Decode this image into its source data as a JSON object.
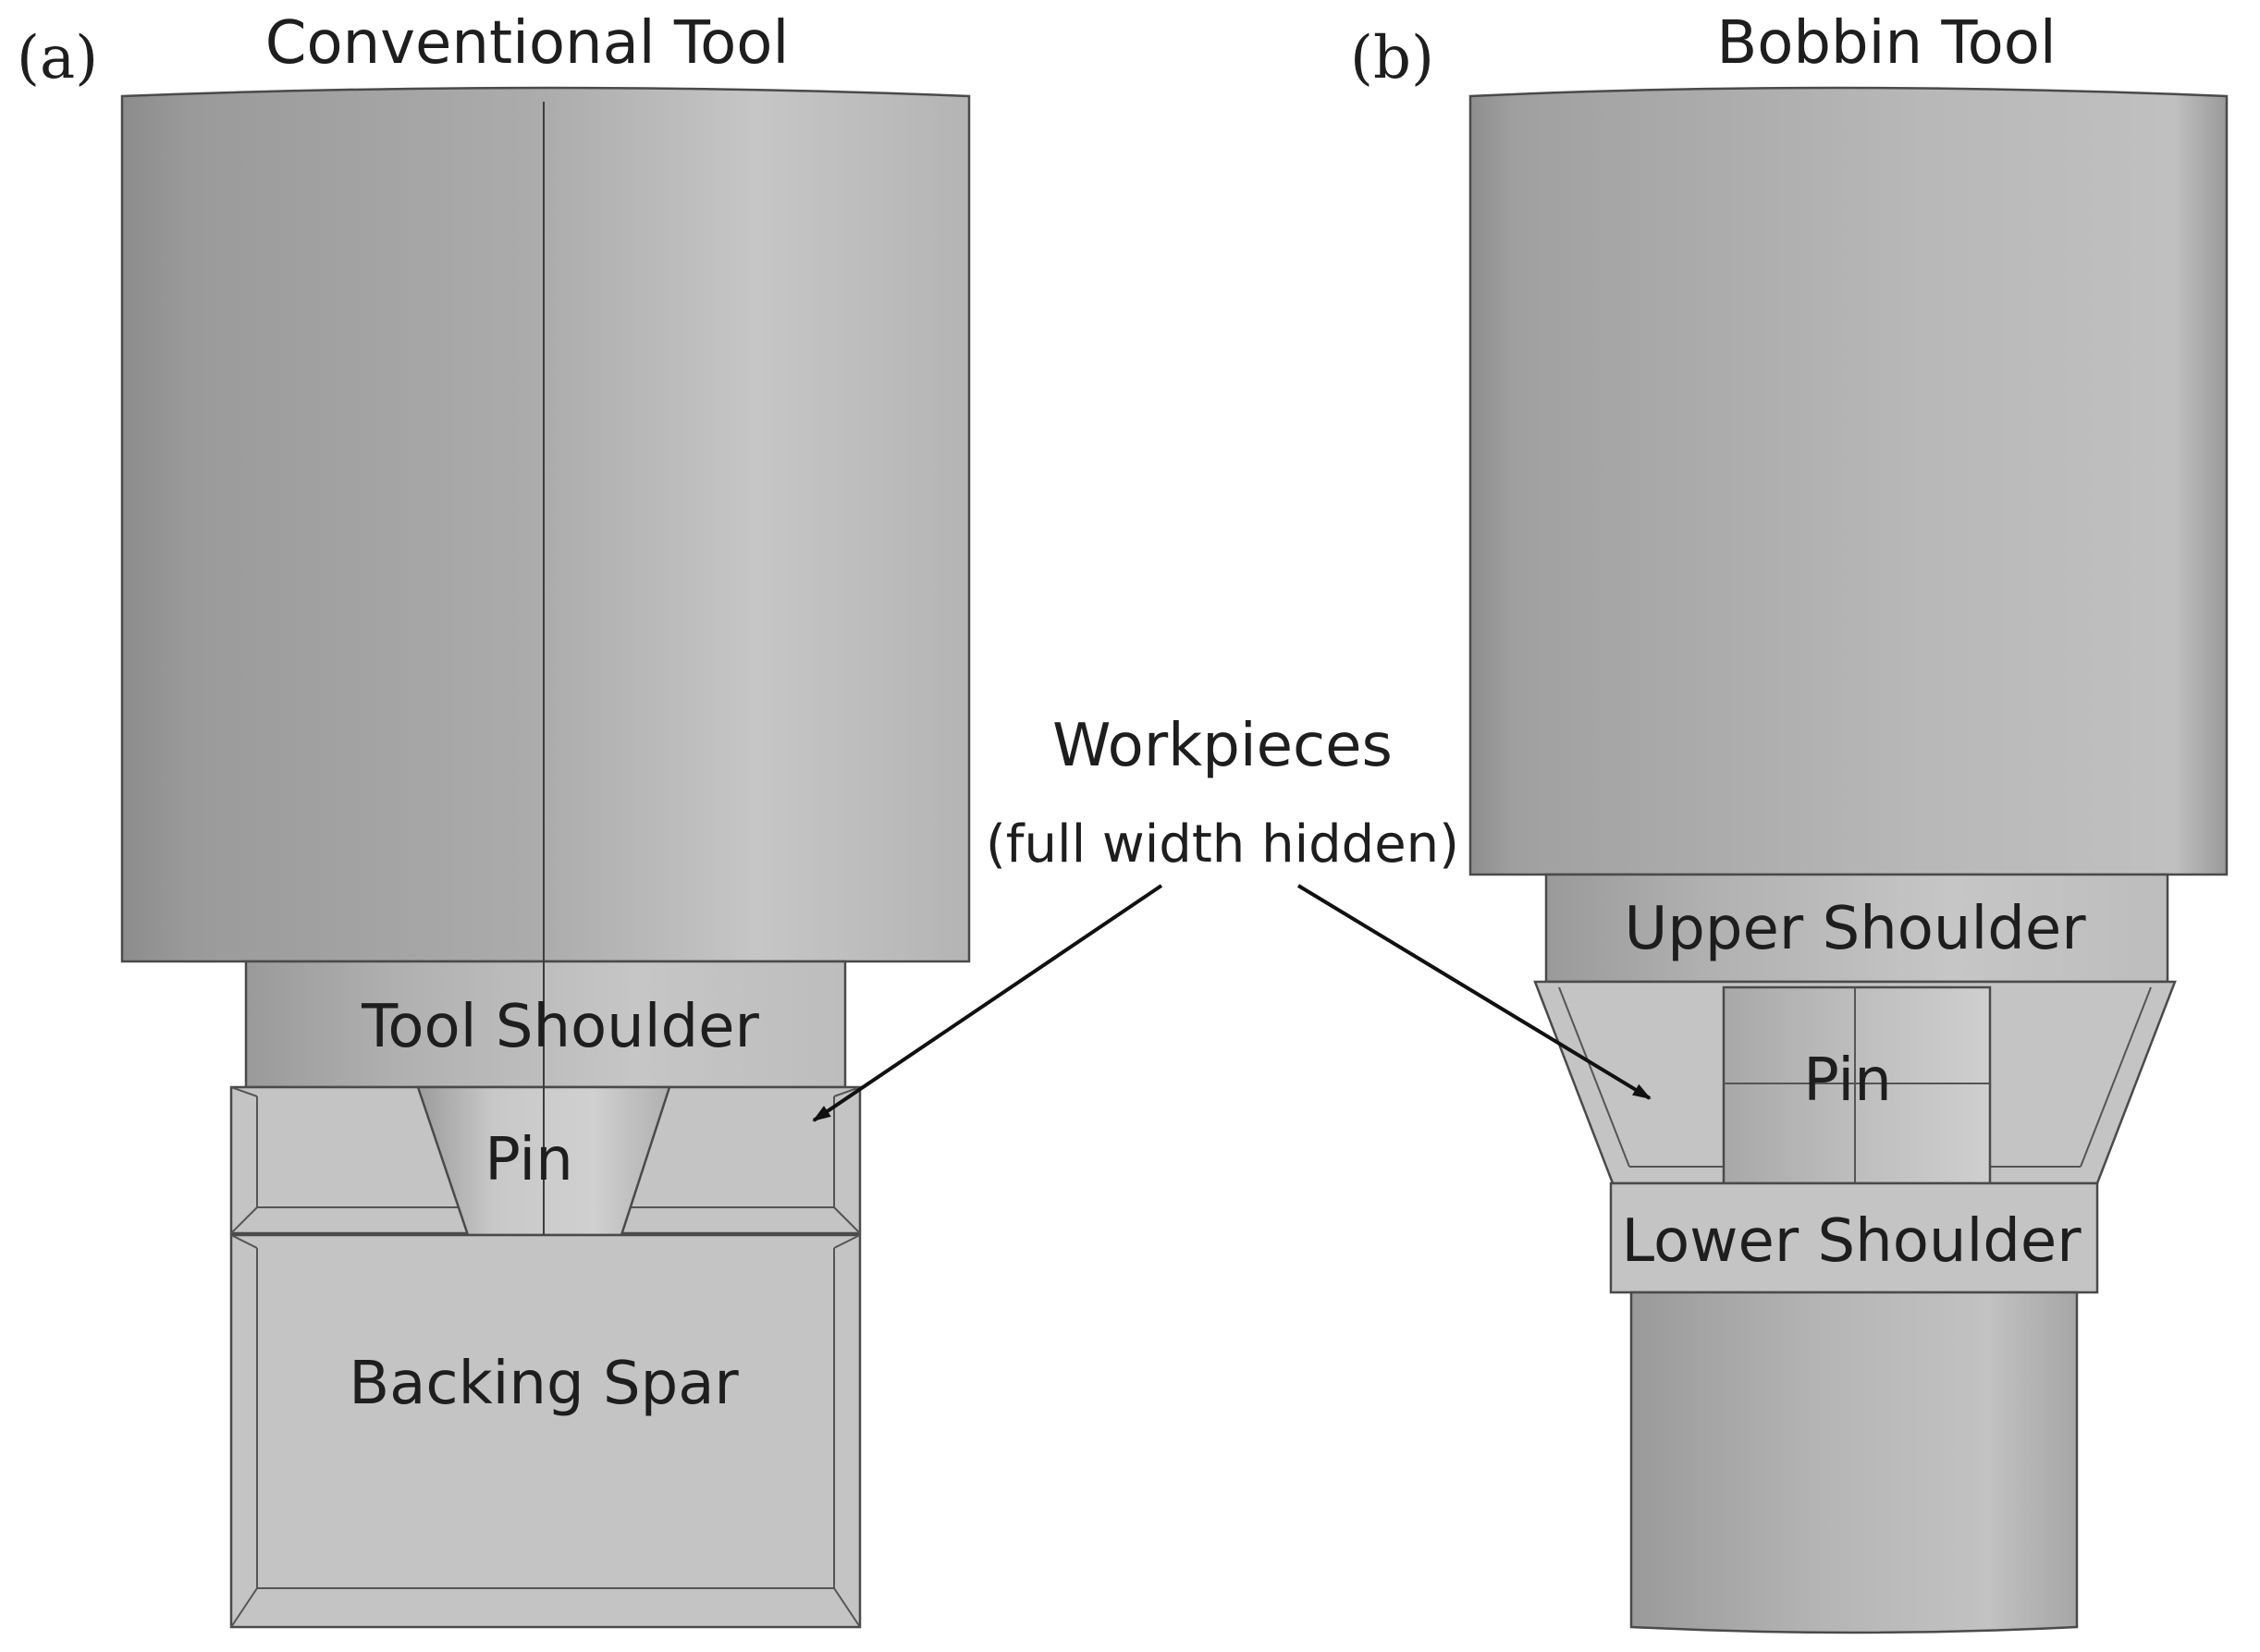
{
  "panels": {
    "a": {
      "letter": "(a)",
      "title": "Conventional Tool",
      "labels": {
        "shoulder": "Tool Shoulder",
        "pin": "Pin",
        "backing": "Backing Spar"
      }
    },
    "b": {
      "letter": "(b)",
      "title": "Bobbin Tool",
      "labels": {
        "upper": "Upper Shoulder",
        "pin": "Pin",
        "lower": "Lower Shoulder"
      }
    }
  },
  "callout": {
    "title": "Workpieces",
    "subtitle": "(full width hidden)"
  },
  "colors": {
    "dark_gray": "#8a8a8a",
    "mid_gray": "#b3b3b3",
    "light_gray": "#cbcbcb",
    "face_gray": "#c4c4c4",
    "edge": "#4a4a4a",
    "arrow": "#111111"
  }
}
